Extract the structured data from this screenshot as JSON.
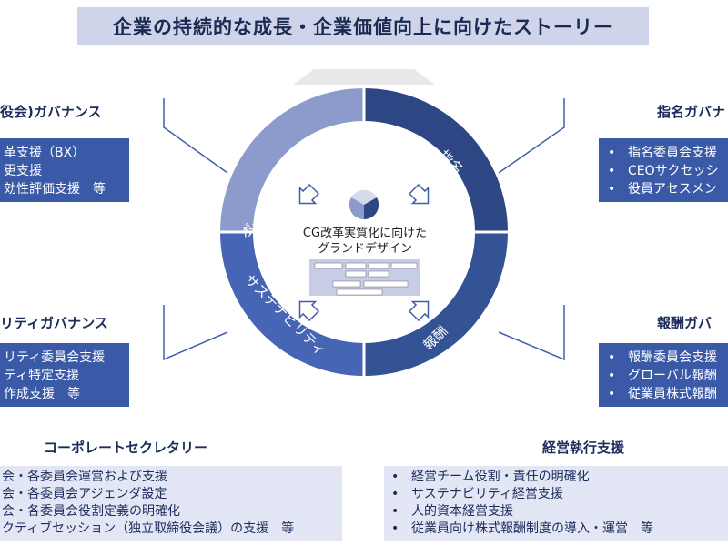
{
  "title": "企業の持続的な成長・企業価値向上に向けたストーリー",
  "ring": {
    "board": "ボード（取締役会）",
    "nomination": "指名",
    "remuneration": "報酬",
    "sustainability": "サステナビリティ",
    "center_line1": "CG改革実質化に向けた",
    "center_line2": "グランドデザイン"
  },
  "sections": {
    "board_gov": {
      "heading": "役会)ガバナンス",
      "items": [
        "革支援（BX）",
        "更支援",
        "効性評価支援　等"
      ]
    },
    "nomination_gov": {
      "heading": "指名ガバナ",
      "items": [
        "指名委員会支援",
        "CEOサクセッシ",
        "役員アセスメン"
      ]
    },
    "sustainability_gov": {
      "heading": "リティガバナンス",
      "items": [
        "リティ委員会支援",
        "ティ特定支援",
        "作成支援　等"
      ]
    },
    "remuneration_gov": {
      "heading": "報酬ガバ",
      "items": [
        "報酬委員会支援",
        "グローバル報酬",
        "従業員株式報酬"
      ]
    },
    "corporate_secretary": {
      "heading": "コーポレートセクレタリー",
      "items": [
        "会・各委員会運営および支援",
        "会・各委員会アジェンダ設定",
        "会・各委員会役割定義の明確化",
        "クティブセッション（独立取締役会議）の支援　等"
      ]
    },
    "management_exec": {
      "heading": "経営執行支援",
      "items": [
        "経営チーム役割・責任の明確化",
        "サステナビリティ経営支援",
        "人的資本経営支援",
        "従業員向け株式報酬制度の導入・運営　等"
      ]
    }
  },
  "colors": {
    "ring_light": "#7f8fc4",
    "ring_dark": "#2e4a8c",
    "ring_mid": "#3f5fae",
    "box_blue": "#3a5aa8",
    "box_light": "#e3e6f4",
    "title_bg": "#d0d4ea"
  },
  "icons": [
    "inward-arrow-icon",
    "logo-icon"
  ]
}
